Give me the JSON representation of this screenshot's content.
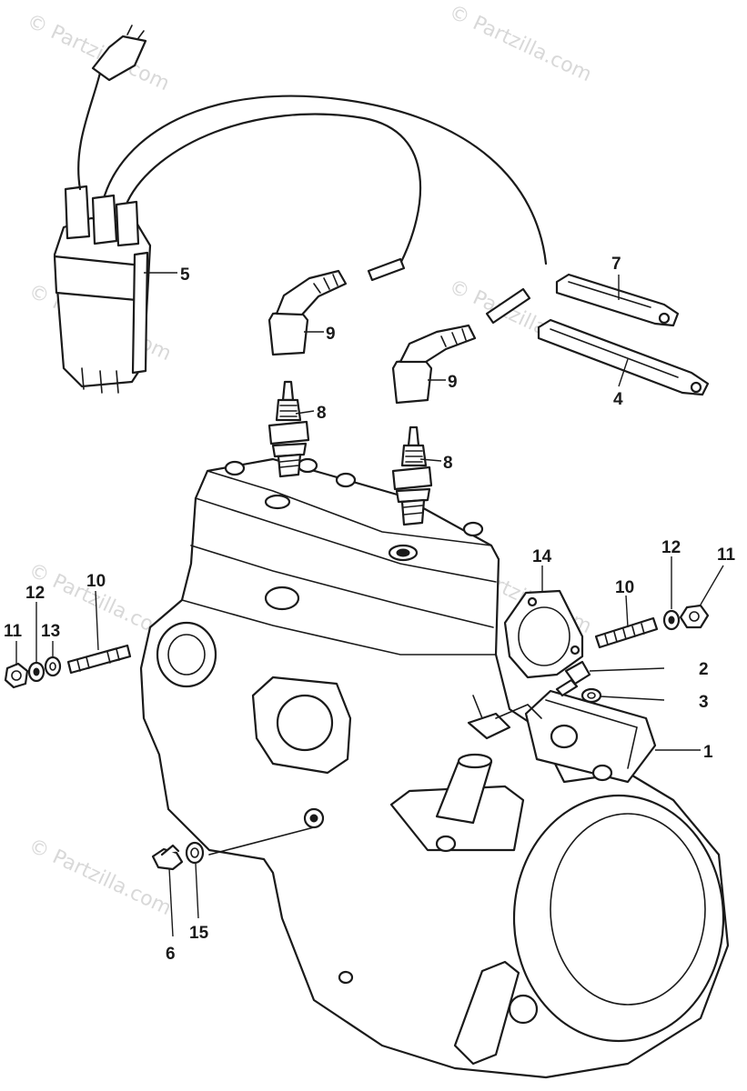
{
  "watermark": "© Partzilla.com",
  "callouts": {
    "c1": "1",
    "c2": "2",
    "c3": "3",
    "c4": "4",
    "c5": "5",
    "c6": "6",
    "c7": "7",
    "c8a": "8",
    "c8b": "8",
    "c9a": "9",
    "c9b": "9",
    "c10a": "10",
    "c10b": "10",
    "c11a": "11",
    "c11b": "11",
    "c12a": "12",
    "c12b": "12",
    "c13": "13",
    "c14": "14",
    "c15": "15"
  },
  "colors": {
    "ink": "#1a1a1a",
    "watermark": "#b9b9b9",
    "paper": "#ffffff"
  }
}
